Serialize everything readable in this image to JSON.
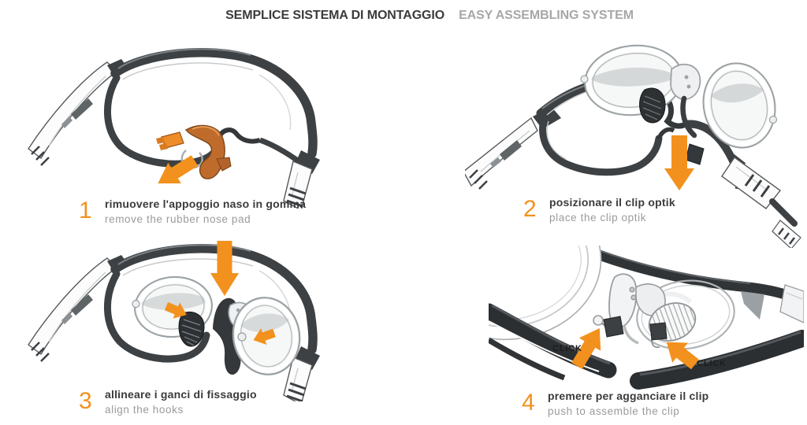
{
  "header": {
    "title_it": "SEMPLICE SISTEMA DI MONTAGGIO",
    "title_en": "EASY ASSEMBLING SYSTEM"
  },
  "steps": [
    {
      "number": "1",
      "caption_it": "rimuovere l'appoggio naso in gomma",
      "caption_en": "remove the rubber nose pad"
    },
    {
      "number": "2",
      "caption_it": "posizionare il clip optik",
      "caption_en": "place the clip optik"
    },
    {
      "number": "3",
      "caption_it": "allineare i ganci di fissaggio",
      "caption_en": "align the hooks"
    },
    {
      "number": "4",
      "caption_it": "premere per agganciare il clip",
      "caption_en": "push to assemble the clip",
      "click_label_left": "CLICK",
      "click_label_right": "CLICK"
    }
  ],
  "colors": {
    "accent_orange": "#F2911D",
    "title_dark": "#3B3B3B",
    "title_gray": "#A7A7A7",
    "caption_dark": "#3B3B3B",
    "caption_gray": "#9B9B9B",
    "rubber_pad_orange": "#BF6B2C",
    "frame_dark_gray": "#3D4144",
    "click_text": "#1C1C1C"
  },
  "icons": {
    "step1_arrow": "arrow-down-left",
    "step2_arrow": "arrow-down",
    "step3_main_arrow": "arrow-down",
    "step3_left_arrow": "arrow-right",
    "step3_right_arrow": "arrow-left",
    "step4_left_arrow": "arrow-up-right",
    "step4_right_arrow": "arrow-up-left"
  }
}
